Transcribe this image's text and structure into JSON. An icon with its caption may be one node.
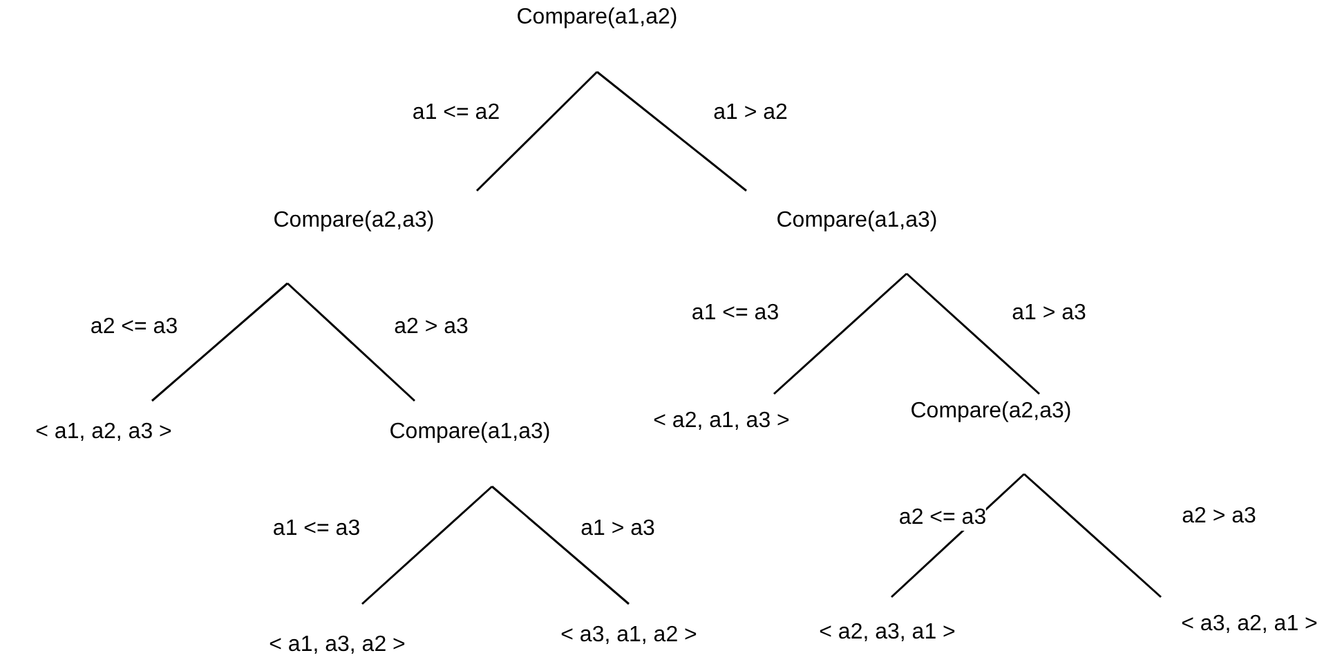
{
  "diagram": {
    "nodes": [
      {
        "text": [
          "Compare(a1,a2)"
        ]
      },
      {
        "text": [
          "Compare(a2,a3)"
        ]
      },
      {
        "text": [
          "Compare(a1,a3)"
        ]
      },
      {
        "text": [
          "< a1, a2, a3 >"
        ]
      },
      {
        "text": [
          "Compare(a1,a3)"
        ]
      },
      {
        "text": [
          "< a2, a1, a3 >"
        ]
      },
      {
        "text": [
          "Compare(a2,a3)"
        ]
      },
      {
        "text": [
          "< a1, a3, a2 >"
        ]
      },
      {
        "text": [
          "< a3, a1, a2 >"
        ]
      },
      {
        "text": [
          "< a2, a3, a1 >"
        ]
      },
      {
        "text": [
          "< a3, a2, a1 >"
        ]
      }
    ],
    "edges": [
      {
        "from": 0,
        "to": 1,
        "arrow": "none",
        "label": "a1 <= a2"
      },
      {
        "from": 0,
        "to": 2,
        "arrow": "none",
        "label": "a1 > a2"
      },
      {
        "from": 1,
        "to": 3,
        "arrow": "none",
        "label": "a2 <= a3"
      },
      {
        "from": 1,
        "to": 4,
        "arrow": "none",
        "label": "a2 > a3"
      },
      {
        "from": 2,
        "to": 5,
        "arrow": "none",
        "label": "a1 <= a3"
      },
      {
        "from": 2,
        "to": 6,
        "arrow": "none",
        "label": "a1 > a3"
      },
      {
        "from": 4,
        "to": 7,
        "arrow": "none",
        "label": "a1 <= a3"
      },
      {
        "from": 4,
        "to": 8,
        "arrow": "none",
        "label": "a1 > a3"
      },
      {
        "from": 6,
        "to": 9,
        "arrow": "none",
        "label": "a2 <= a3"
      },
      {
        "from": 6,
        "to": 10,
        "arrow": "none",
        "label": "a2 > a3"
      }
    ]
  }
}
